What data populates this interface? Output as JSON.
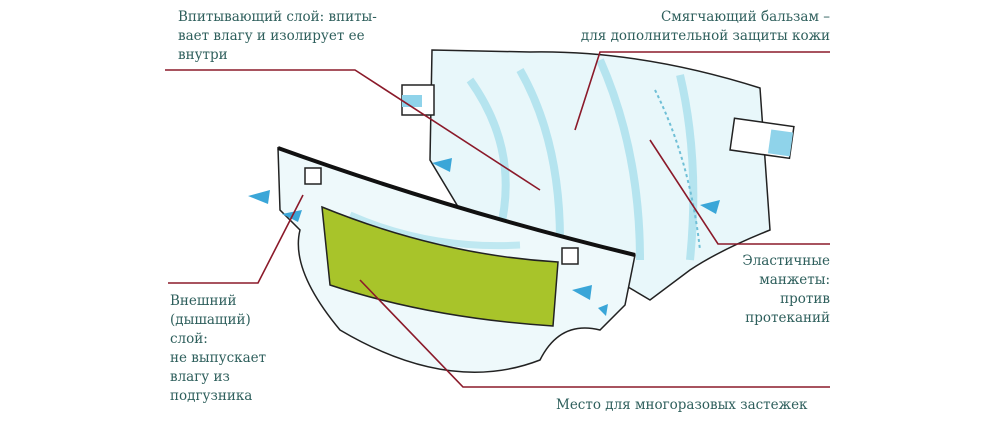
{
  "labels": {
    "absorbent_layer": [
      "Впитывающий слой: впиты-",
      "вает влагу и изолирует ее",
      "внутри"
    ],
    "balm": [
      "Смягчающий бальзам –",
      "для дополнительной защиты кожи"
    ],
    "elastic_cuffs": [
      "Эластичные",
      "манжеты:",
      "против",
      "протеканий"
    ],
    "outer_layer": [
      "Внешний",
      "(дышащий)",
      "слой:",
      "не выпускает",
      "влагу из",
      "подгузника"
    ],
    "fasteners": "Место для многоразовых застежек"
  },
  "colors": {
    "text": "#2e5f5c",
    "leader_line": "#8b1a2a",
    "fastener_strip": "#a8c42a",
    "diaper_fill": "#e6f6f9",
    "arrow": "#3aa6d8"
  }
}
